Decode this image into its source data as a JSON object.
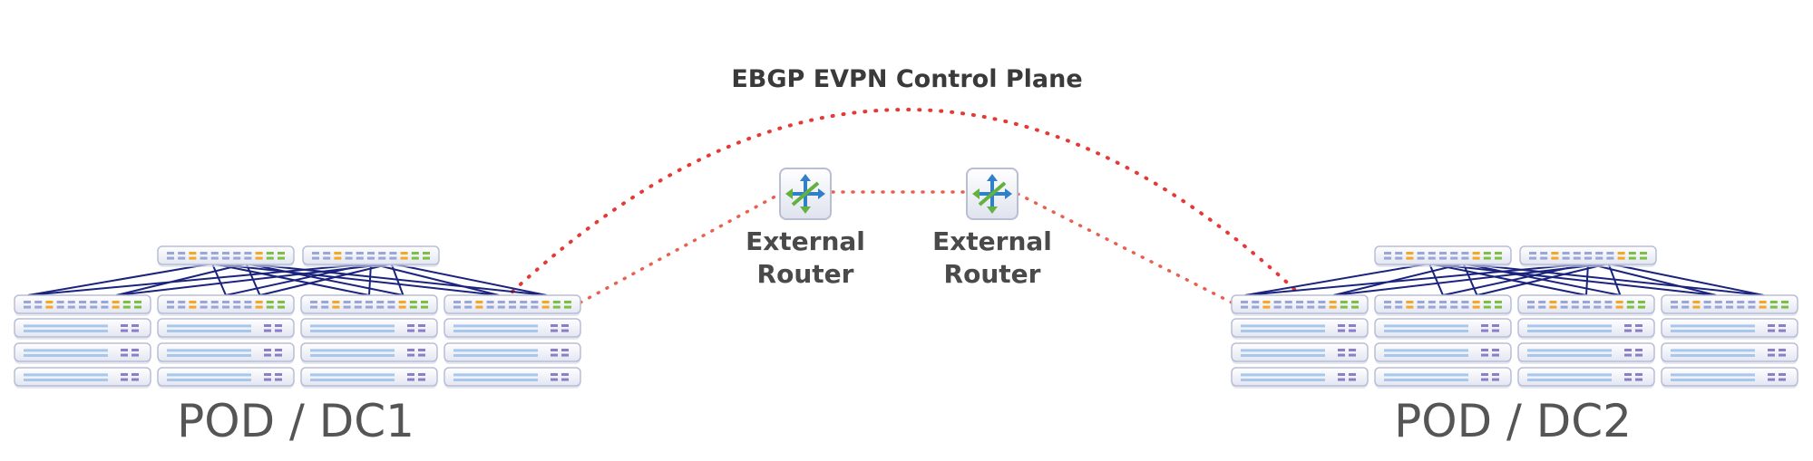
{
  "title": "EBGP EVPN Control Plane",
  "routers": [
    {
      "label_line1": "External",
      "label_line2": "Router"
    },
    {
      "label_line1": "External",
      "label_line2": "Router"
    }
  ],
  "pods": [
    {
      "label": "POD / DC1"
    },
    {
      "label": "POD / DC2"
    }
  ],
  "colors": {
    "control_plane": "#e53935",
    "fabric_links": "#1a237e",
    "switch_frame": "#b8bdd6",
    "port_green": "#7bc043",
    "port_orange": "#f5a623",
    "port_blue": "#9aa6d8",
    "router_arrow_blue": "#2f80c8",
    "router_arrow_green": "#63b13e"
  },
  "icons": [
    "router-icon",
    "spine-switch-icon",
    "leaf-switch-icon",
    "server-icon"
  ]
}
